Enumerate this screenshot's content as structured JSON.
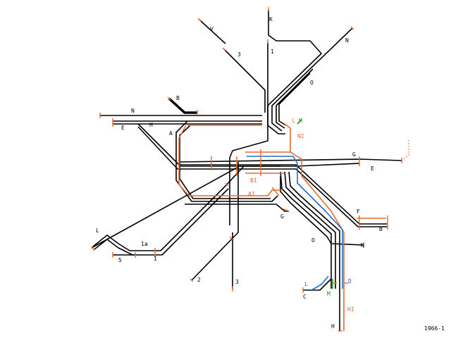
{
  "stamp": "1966-1",
  "colors": {
    "black": "#000000",
    "orange": "#e86a2c",
    "blue": "#1f6fd1",
    "green": "#1aa01a"
  },
  "labels": {
    "k": "K",
    "v": "V",
    "n_top": "N",
    "three_top": "3",
    "one_top": "1",
    "o_top": "O",
    "b_top": "B",
    "n_left": "N",
    "e_left": "E",
    "h_left": "H",
    "a": "A",
    "l_m_l": "L",
    "l_m_m": "M",
    "ni": "NI",
    "g_right": "G",
    "e_right": "E",
    "bi": "BI",
    "ai": "AI",
    "g_mid": "G",
    "f": "F",
    "b_right": "B",
    "l_left": "L",
    "one_a": "1a",
    "five": "5",
    "one_bottom": "1",
    "o_bottom": "O",
    "n_bottom": "N",
    "two": "2",
    "three_bottom": "3",
    "l_bottom": "L",
    "d": "D",
    "c": "C",
    "m_bottom": "M",
    "hi": "HI",
    "h_bottom": "H"
  }
}
